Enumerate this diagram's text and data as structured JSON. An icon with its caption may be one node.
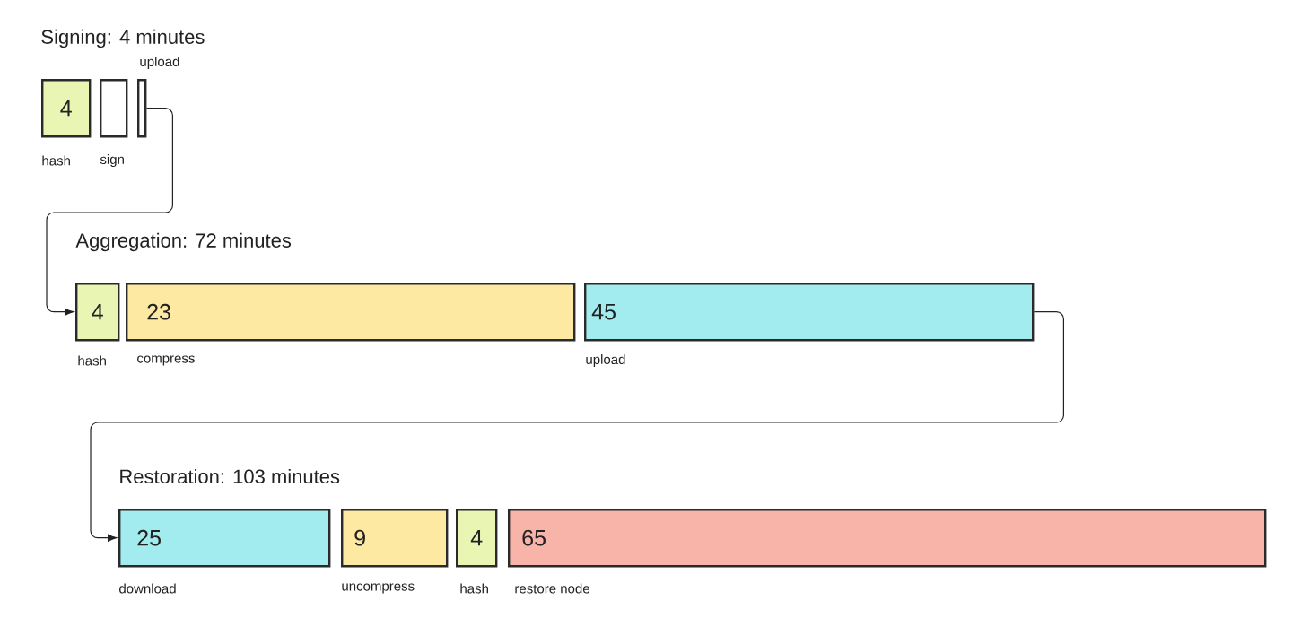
{
  "diagram": {
    "nodes": [
      {
        "text": [
          "4"
        ],
        "beside": [
          "hash"
        ]
      },
      {
        "text": [],
        "shape": "box",
        "beside": [
          "sign"
        ]
      },
      {
        "text": [],
        "shape": "box",
        "beside": [
          "upload"
        ]
      },
      {
        "text": [
          "4"
        ],
        "beside": [
          "hash"
        ]
      },
      {
        "text": [
          "23"
        ],
        "beside": [
          "compress"
        ]
      },
      {
        "text": [
          "45"
        ],
        "beside": [
          "upload"
        ]
      },
      {
        "text": [
          "25"
        ],
        "beside": [
          "download"
        ]
      },
      {
        "text": [
          "9"
        ],
        "beside": [
          "uncompress"
        ]
      },
      {
        "text": [
          "4"
        ],
        "beside": [
          "hash"
        ]
      },
      {
        "text": [
          "65"
        ],
        "beside": [
          "restore node"
        ]
      }
    ],
    "edges": [
      {
        "from": 2,
        "to": 3,
        "arrow": "to"
      },
      {
        "from": 5,
        "to": 6,
        "arrow": "to"
      }
    ],
    "labels": [
      "Signing: 4 minutes",
      "Aggregation: 72 minutes",
      "Restoration: 103 minutes"
    ]
  }
}
